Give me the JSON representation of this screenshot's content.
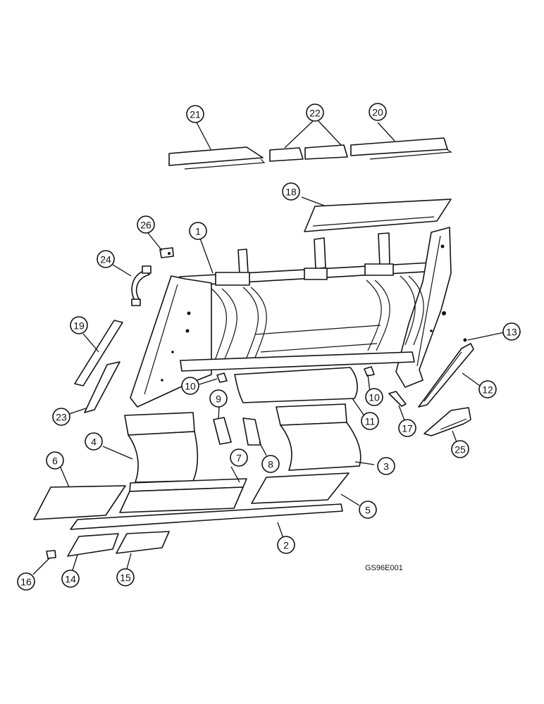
{
  "figure_code": "GS96E001",
  "callouts": [
    {
      "id": "1",
      "label": "1"
    },
    {
      "id": "2",
      "label": "2"
    },
    {
      "id": "3",
      "label": "3"
    },
    {
      "id": "4",
      "label": "4"
    },
    {
      "id": "5",
      "label": "5"
    },
    {
      "id": "6",
      "label": "6"
    },
    {
      "id": "7",
      "label": "7"
    },
    {
      "id": "8",
      "label": "8"
    },
    {
      "id": "9",
      "label": "9"
    },
    {
      "id": "10a",
      "label": "10"
    },
    {
      "id": "10b",
      "label": "10"
    },
    {
      "id": "11",
      "label": "11"
    },
    {
      "id": "12",
      "label": "12"
    },
    {
      "id": "13",
      "label": "13"
    },
    {
      "id": "14",
      "label": "14"
    },
    {
      "id": "15",
      "label": "15"
    },
    {
      "id": "16",
      "label": "16"
    },
    {
      "id": "17",
      "label": "17"
    },
    {
      "id": "18",
      "label": "18"
    },
    {
      "id": "19",
      "label": "19"
    },
    {
      "id": "20",
      "label": "20"
    },
    {
      "id": "21",
      "label": "21"
    },
    {
      "id": "22",
      "label": "22"
    },
    {
      "id": "23",
      "label": "23"
    },
    {
      "id": "24",
      "label": "24"
    },
    {
      "id": "25",
      "label": "25"
    },
    {
      "id": "26",
      "label": "26"
    }
  ],
  "colors": {
    "line": "#111111",
    "background": "#ffffff"
  }
}
